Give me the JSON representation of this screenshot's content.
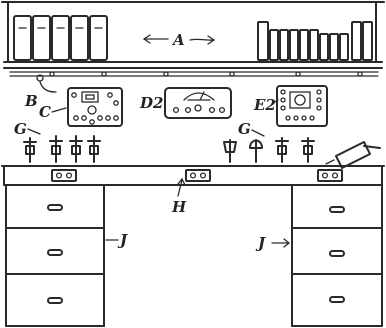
{
  "labels": {
    "a": "A",
    "b": "B",
    "c": "C",
    "d2": "D2",
    "e2": "E2",
    "g_left": "G",
    "g_right": "G",
    "h": "H",
    "j_left": "J",
    "j_right": "J"
  }
}
